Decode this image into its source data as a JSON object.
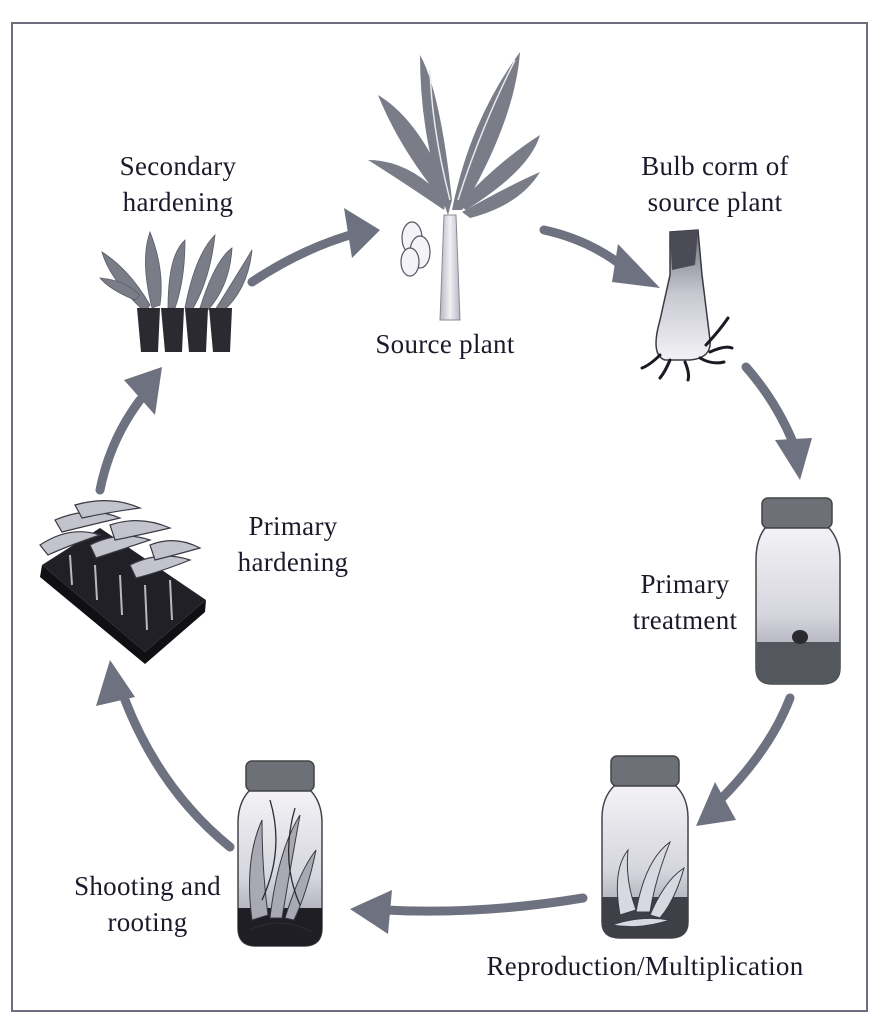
{
  "diagram": {
    "type": "cycle",
    "title": "",
    "colors": {
      "arrow": "#6e7280",
      "frame": "#6c6e80",
      "text": "#1a1a2a",
      "foliage": "#7a7d88",
      "dark": "#2a2a30"
    },
    "stages": [
      {
        "id": "source-plant",
        "label": "Source plant",
        "icon": "banana-tree-icon"
      },
      {
        "id": "bulb-corm",
        "label": "Bulb corm of\nsource plant",
        "icon": "corm-icon"
      },
      {
        "id": "primary-treatment",
        "label": "Primary\ntreatment",
        "icon": "jar-with-explant-icon"
      },
      {
        "id": "reproduction",
        "label": "Reproduction/Multiplication",
        "icon": "jar-with-shoots-icon"
      },
      {
        "id": "shooting-rooting",
        "label": "Shooting and\nrooting",
        "icon": "jar-with-rooted-shoots-icon"
      },
      {
        "id": "primary-hardening",
        "label": "Primary\nhardening",
        "icon": "seedling-tray-icon"
      },
      {
        "id": "secondary-hardening",
        "label": "Secondary\nhardening",
        "icon": "potted-plants-icon"
      }
    ],
    "flow": [
      {
        "from": "secondary-hardening",
        "to": "source-plant"
      },
      {
        "from": "source-plant",
        "to": "bulb-corm"
      },
      {
        "from": "bulb-corm",
        "to": "primary-treatment"
      },
      {
        "from": "primary-treatment",
        "to": "reproduction"
      },
      {
        "from": "reproduction",
        "to": "shooting-rooting"
      },
      {
        "from": "shooting-rooting",
        "to": "primary-hardening"
      },
      {
        "from": "primary-hardening",
        "to": "secondary-hardening"
      }
    ]
  }
}
